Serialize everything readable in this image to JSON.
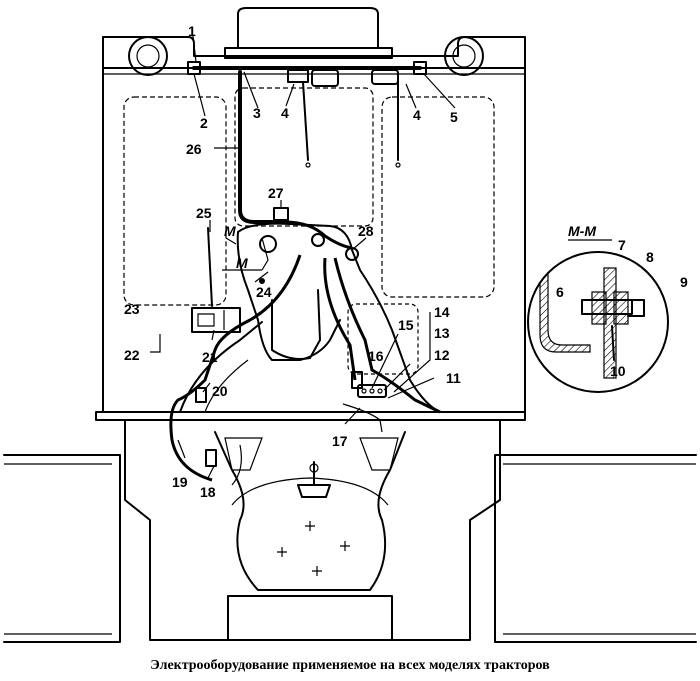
{
  "caption": "Электрооборудование  применяемое на всех моделях тракторов",
  "section_label": "М-М",
  "section_marker": "М",
  "labels": {
    "n1": "1",
    "n2": "2",
    "n3": "3",
    "n4a": "4",
    "n4b": "4",
    "n5": "5",
    "n6": "6",
    "n7": "7",
    "n8": "8",
    "n9": "9",
    "n10": "10",
    "n11": "11",
    "n12": "12",
    "n13": "13",
    "n14": "14",
    "n15": "15",
    "n16": "16",
    "n17": "17",
    "n18": "18",
    "n19": "19",
    "n20": "20",
    "n21": "21",
    "n22": "22",
    "n23": "23",
    "n24": "24",
    "n25": "25",
    "n26": "26",
    "n27": "27",
    "n28": "28"
  }
}
